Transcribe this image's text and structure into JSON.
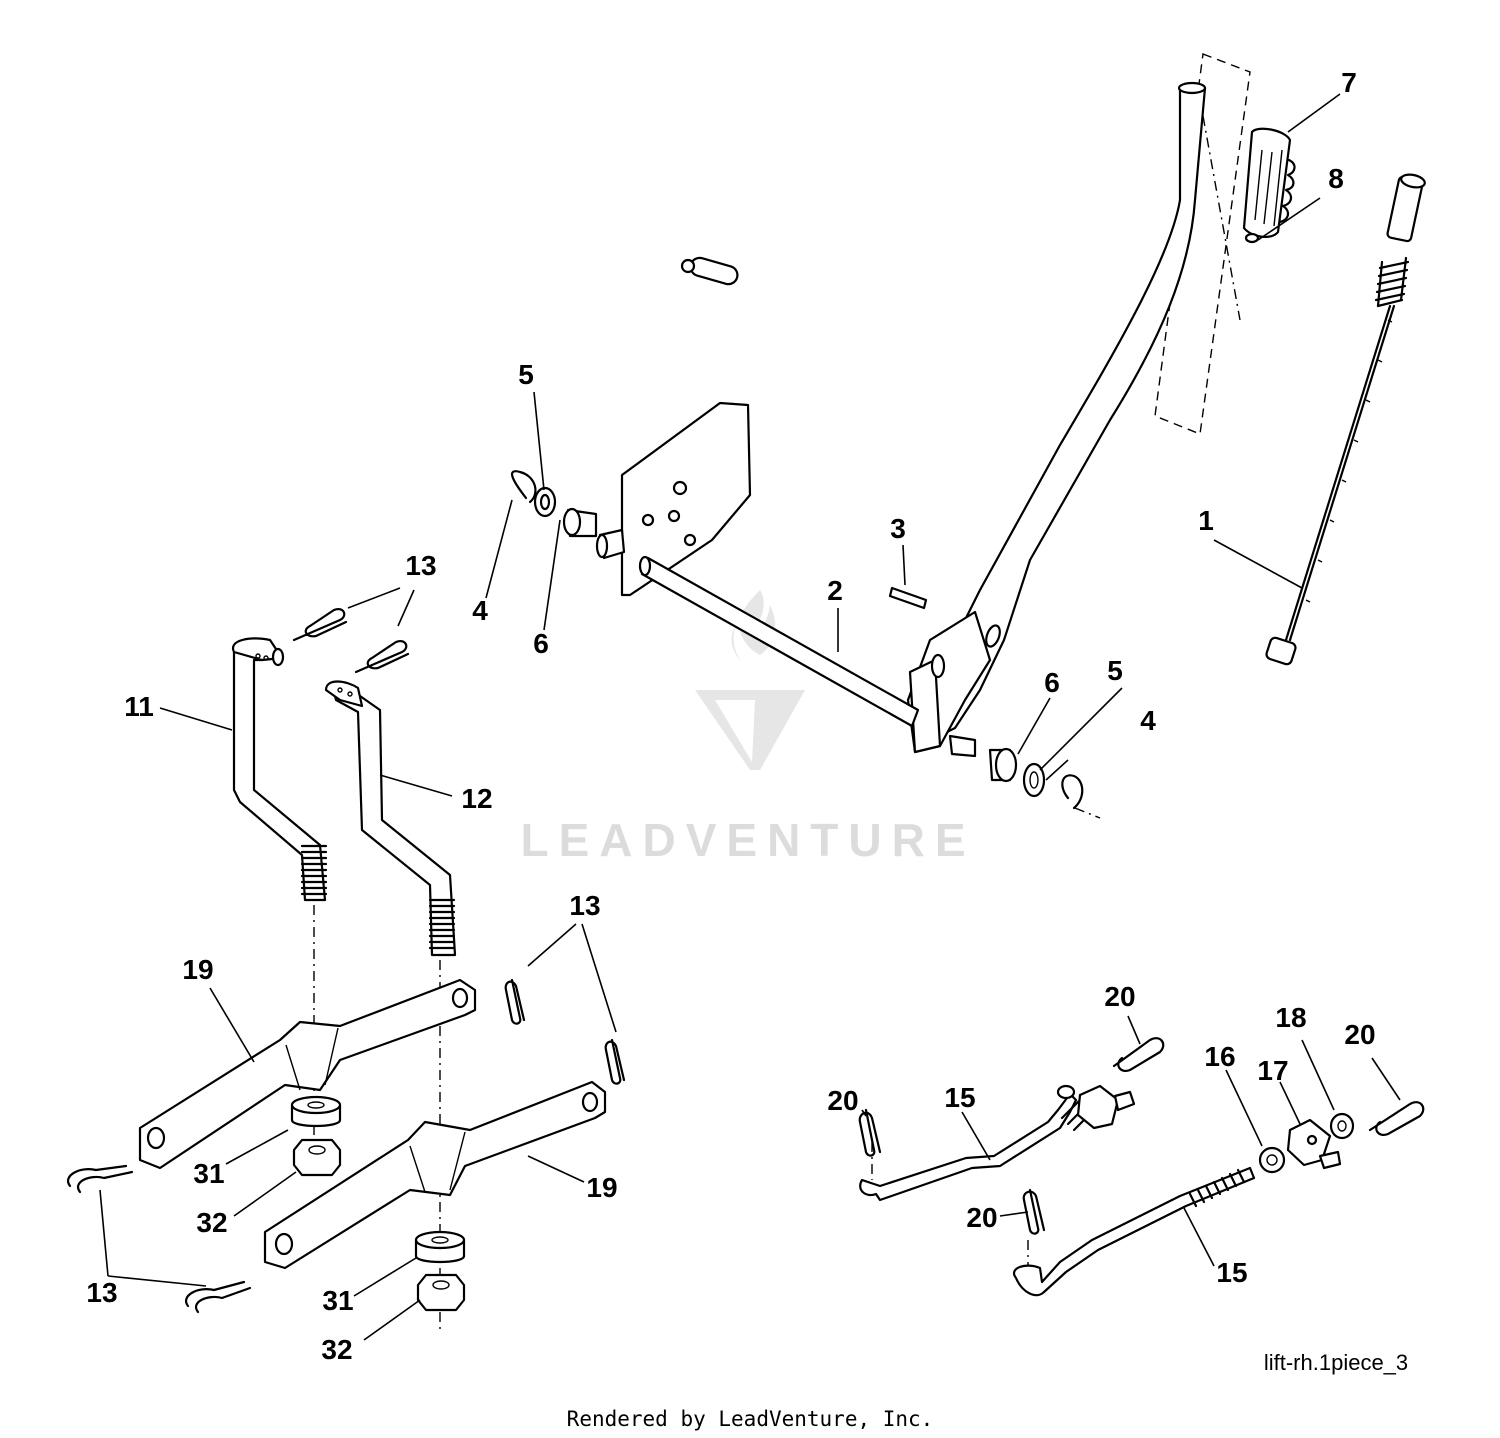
{
  "watermark": {
    "text": "LEADVENTURE"
  },
  "callouts": [
    {
      "id": "c-1",
      "label": "1"
    },
    {
      "id": "c-2",
      "label": "2"
    },
    {
      "id": "c-3",
      "label": "3"
    },
    {
      "id": "c-4a",
      "label": "4"
    },
    {
      "id": "c-4b",
      "label": "4"
    },
    {
      "id": "c-5a",
      "label": "5"
    },
    {
      "id": "c-5b",
      "label": "5"
    },
    {
      "id": "c-6a",
      "label": "6"
    },
    {
      "id": "c-6b",
      "label": "6"
    },
    {
      "id": "c-7",
      "label": "7"
    },
    {
      "id": "c-8",
      "label": "8"
    },
    {
      "id": "c-11",
      "label": "11"
    },
    {
      "id": "c-12",
      "label": "12"
    },
    {
      "id": "c-13a",
      "label": "13"
    },
    {
      "id": "c-13b",
      "label": "13"
    },
    {
      "id": "c-13c",
      "label": "13"
    },
    {
      "id": "c-15a",
      "label": "15"
    },
    {
      "id": "c-15b",
      "label": "15"
    },
    {
      "id": "c-16",
      "label": "16"
    },
    {
      "id": "c-17",
      "label": "17"
    },
    {
      "id": "c-18",
      "label": "18"
    },
    {
      "id": "c-19a",
      "label": "19"
    },
    {
      "id": "c-19b",
      "label": "19"
    },
    {
      "id": "c-20a",
      "label": "20"
    },
    {
      "id": "c-20b",
      "label": "20"
    },
    {
      "id": "c-20c",
      "label": "20"
    },
    {
      "id": "c-20d",
      "label": "20"
    },
    {
      "id": "c-31a",
      "label": "31"
    },
    {
      "id": "c-31b",
      "label": "31"
    },
    {
      "id": "c-32a",
      "label": "32"
    },
    {
      "id": "c-32b",
      "label": "32"
    }
  ],
  "drawing_id": "lift-rh.1piece_3",
  "footer": {
    "credit": "Rendered by LeadVenture, Inc."
  }
}
